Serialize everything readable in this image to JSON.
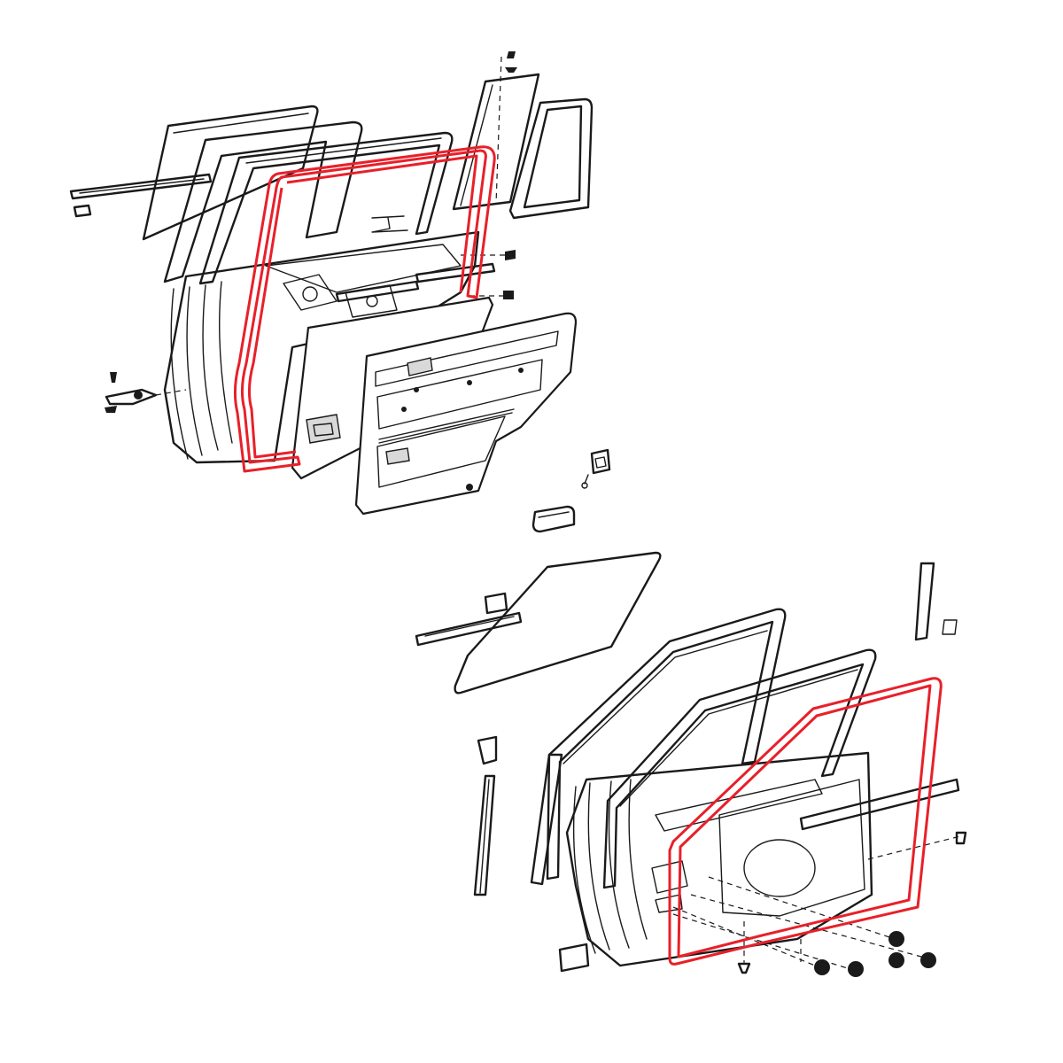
{
  "colors": {
    "background": "#ffffff",
    "line_art": "#1a1a1a",
    "highlight_seal": "#e8202a"
  },
  "diagram": {
    "assemblies": [
      {
        "name": "rear-door-assembly",
        "highlighted_part": "rear-door-weatherstrip"
      },
      {
        "name": "front-door-assembly",
        "highlighted_part": "front-door-weatherstrip"
      }
    ]
  }
}
